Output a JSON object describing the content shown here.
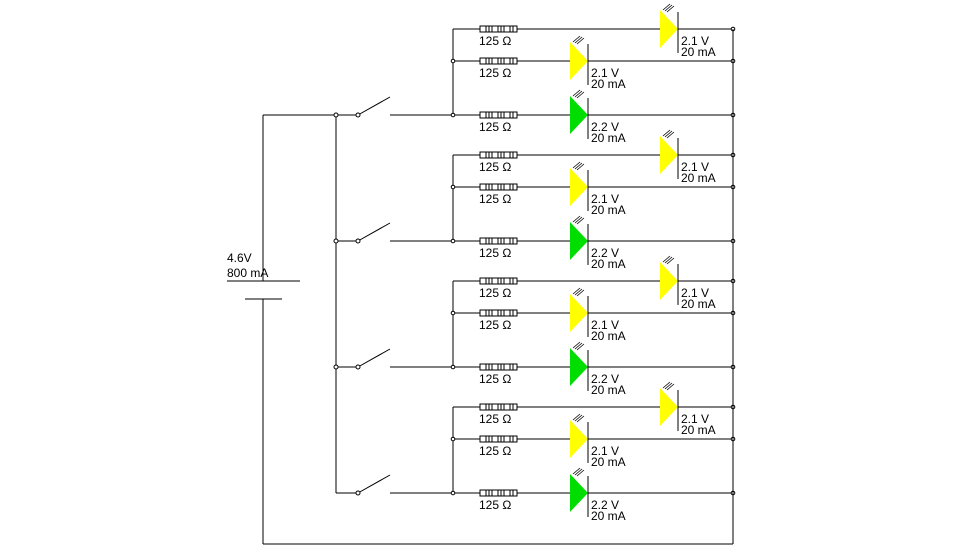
{
  "battery": {
    "voltage_label": "4.6V",
    "current_label": "800 mA"
  },
  "switches": [
    {
      "id": "S1",
      "state": "open"
    },
    {
      "id": "S2",
      "state": "open"
    },
    {
      "id": "S3",
      "state": "open"
    },
    {
      "id": "S4",
      "state": "open"
    }
  ],
  "colors": {
    "wire": "#000000",
    "led_yellow": "#ffff00",
    "led_green": "#00dd00",
    "background": "#ffffff"
  },
  "groups": [
    {
      "branches": [
        {
          "resistor_label": "125 Ω",
          "led_color": "yellow",
          "led_voltage": "2.1 V",
          "led_current": "20 mA"
        },
        {
          "resistor_label": "125 Ω",
          "led_color": "yellow",
          "led_voltage": "2.1 V",
          "led_current": "20 mA"
        },
        {
          "resistor_label": "125 Ω",
          "led_color": "green",
          "led_voltage": "2.2 V",
          "led_current": "20 mA"
        }
      ]
    },
    {
      "branches": [
        {
          "resistor_label": "125 Ω",
          "led_color": "yellow",
          "led_voltage": "2.1 V",
          "led_current": "20 mA"
        },
        {
          "resistor_label": "125 Ω",
          "led_color": "yellow",
          "led_voltage": "2.1 V",
          "led_current": "20 mA"
        },
        {
          "resistor_label": "125 Ω",
          "led_color": "green",
          "led_voltage": "2.2 V",
          "led_current": "20 mA"
        }
      ]
    },
    {
      "branches": [
        {
          "resistor_label": "125 Ω",
          "led_color": "yellow",
          "led_voltage": "2.1 V",
          "led_current": "20 mA"
        },
        {
          "resistor_label": "125 Ω",
          "led_color": "yellow",
          "led_voltage": "2.1 V",
          "led_current": "20 mA"
        },
        {
          "resistor_label": "125 Ω",
          "led_color": "green",
          "led_voltage": "2.2 V",
          "led_current": "20 mA"
        }
      ]
    },
    {
      "branches": [
        {
          "resistor_label": "125 Ω",
          "led_color": "yellow",
          "led_voltage": "2.1 V",
          "led_current": "20 mA"
        },
        {
          "resistor_label": "125 Ω",
          "led_color": "yellow",
          "led_voltage": "2.1 V",
          "led_current": "20 mA"
        },
        {
          "resistor_label": "125 Ω",
          "led_color": "green",
          "led_voltage": "2.2 V",
          "led_current": "20 mA"
        }
      ]
    }
  ]
}
